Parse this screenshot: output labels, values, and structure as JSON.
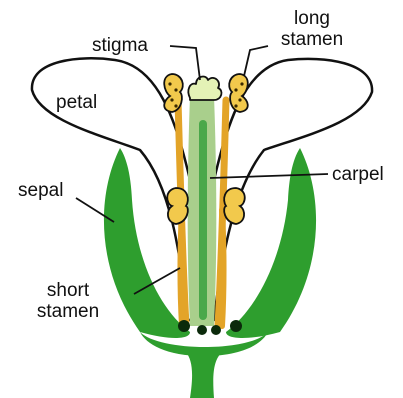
{
  "labels": {
    "stigma": "stigma",
    "long_stamen": [
      "long",
      "stamen"
    ],
    "petal": "petal",
    "carpel": "carpel",
    "sepal": "sepal",
    "short_stamen": [
      "short",
      "stamen"
    ]
  },
  "colors": {
    "sepal_green": "#2e9e2e",
    "carpel_green": "#a9cf8c",
    "stamen_orange": "#e3a428",
    "anther_yellow": "#f2c94c",
    "pollen_dots": "#3a2a00",
    "stigma_cream": "#e4f2b6",
    "outline": "#111111",
    "nectary": "#0b2a0b"
  }
}
